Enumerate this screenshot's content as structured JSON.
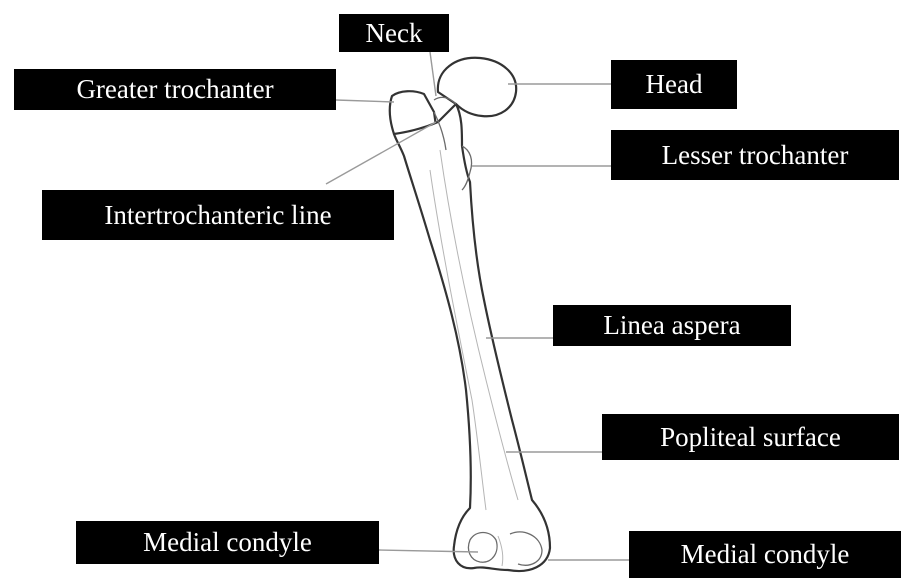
{
  "labels": {
    "neck": "Neck",
    "greater_trochanter": "Greater trochanter",
    "head": "Head",
    "lesser_trochanter": "Lesser trochanter",
    "intertrochanteric_line": "Intertrochanteric line",
    "linea_aspera": "Linea aspera",
    "popliteal_surface": "Popliteal surface",
    "medial_condyle_left": "Medial condyle",
    "medial_condyle_right": "Medial condyle"
  },
  "colors": {
    "label_background": "#000000",
    "label_text": "#ffffff",
    "leader_line": "#9a9a9a",
    "bone_outline": "#333333",
    "background": "#ffffff"
  }
}
